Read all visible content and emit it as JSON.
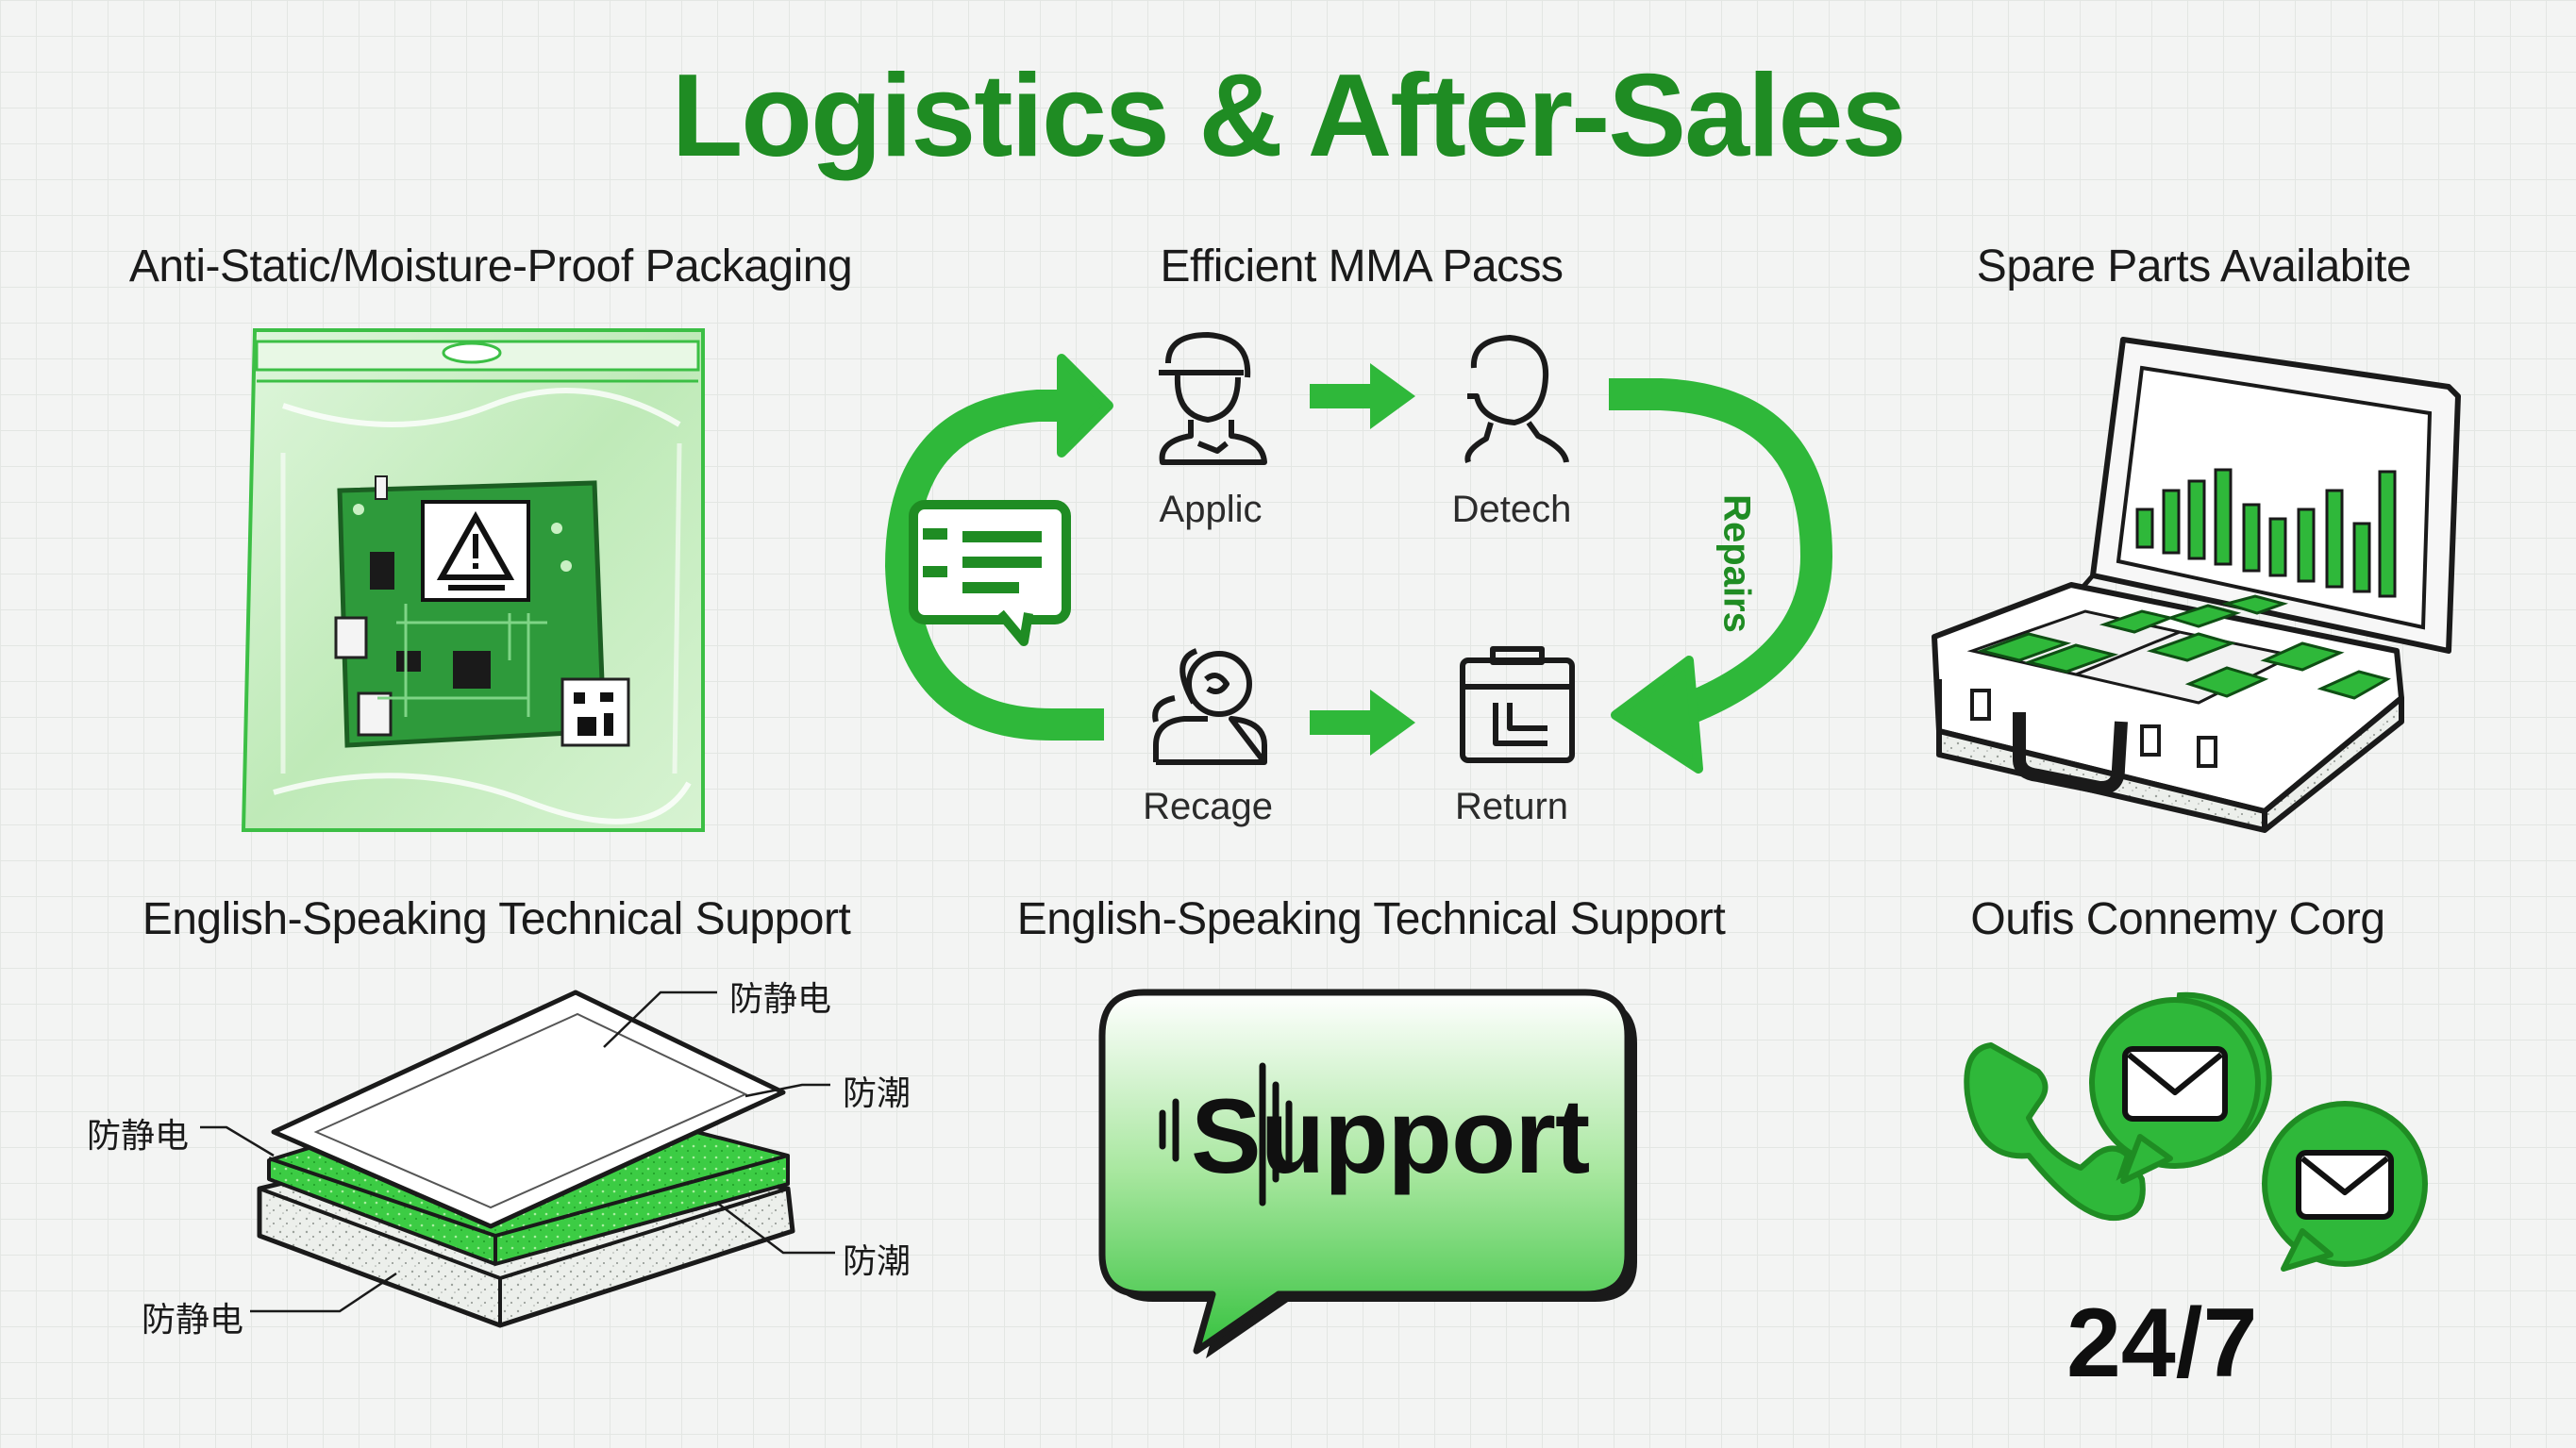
{
  "title": "Logistics & After-Sales",
  "sections": {
    "packaging": {
      "heading": "Anti-Static/Moisture-Proof Packaging"
    },
    "process": {
      "heading": "Efficient MMA Pacss",
      "steps": {
        "apply": "Applic",
        "detect": "Detech",
        "recage": "Recage",
        "return": "Return"
      },
      "side_label": "Repairs"
    },
    "spare_parts": {
      "heading": "Spare Parts Availabite"
    },
    "layers": {
      "heading": "English-Speaking Technical Support",
      "labels": {
        "top_right": "防静电",
        "right_upper": "防潮",
        "left": "防静电",
        "right_lower": "防潮",
        "bottom_left": "防静电"
      }
    },
    "support": {
      "heading": "English-Speaking Technical Support",
      "bubble_text": "Support"
    },
    "contact": {
      "heading": "Oufis Connemy Corg",
      "availability": "24/7"
    }
  },
  "colors": {
    "brand_green": "#1f8c23",
    "bright_green": "#2fb83a",
    "light_green": "#c9f0c3"
  }
}
